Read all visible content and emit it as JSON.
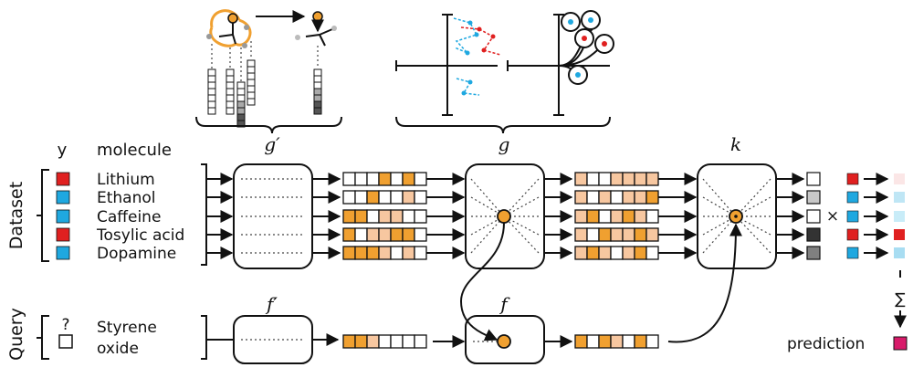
{
  "headers": {
    "y": "y",
    "molecule": "molecule"
  },
  "sections": {
    "dataset": "Dataset",
    "query": "Query"
  },
  "functions": {
    "g_prime": "g′",
    "g": "g",
    "k": "k",
    "f_prime": "f′",
    "f": "f"
  },
  "molecules": [
    {
      "name": "Lithium",
      "label_color": "#e02020"
    },
    {
      "name": "Ethanol",
      "label_color": "#1fa8e0"
    },
    {
      "name": "Caffeine",
      "label_color": "#1fa8e0"
    },
    {
      "name": "Tosylic acid",
      "label_color": "#e02020"
    },
    {
      "name": "Dopamine",
      "label_color": "#1fa8e0"
    }
  ],
  "query": {
    "label": "?",
    "name_line1": "Styrene",
    "name_line2": "oxide"
  },
  "operators": {
    "times": "×",
    "sum": "∑"
  },
  "prediction": {
    "label": "prediction",
    "color": "#d81b6a"
  },
  "colors": {
    "accent": "#f0a030",
    "accent_light": "#f7c7a0",
    "red": "#e02020",
    "blue": "#1fa8e0"
  }
}
